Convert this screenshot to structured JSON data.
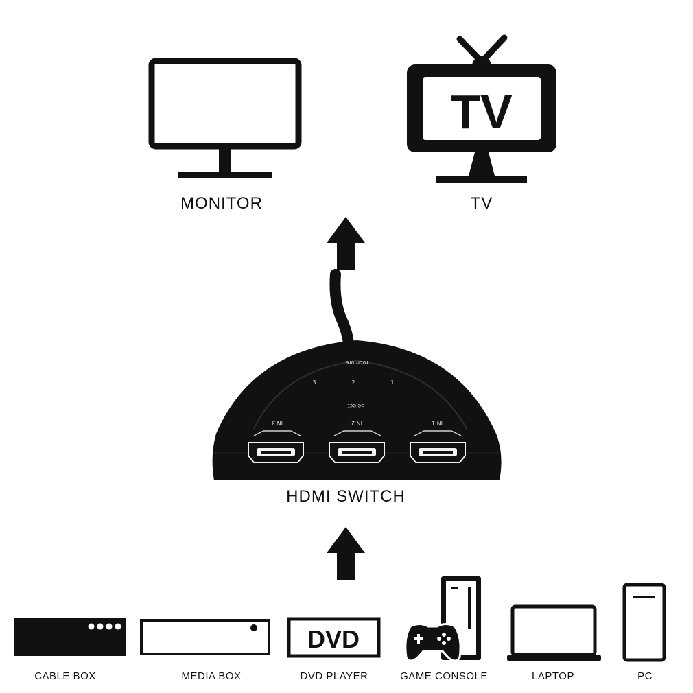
{
  "outputs": {
    "monitor_label": "MONITOR",
    "tv_label": "TV",
    "tv_screen_text": "TV"
  },
  "switch": {
    "label": "HDMI SWITCH",
    "brand": "rocmore",
    "select": "Select",
    "ports": [
      "IN 1",
      "IN 2",
      "IN 3"
    ],
    "numbers": [
      "1",
      "2",
      "3"
    ]
  },
  "sources": {
    "cable_box": "CABLE BOX",
    "media_box": "MEDIA BOX",
    "dvd_screen_text": "DVD",
    "dvd_player": "DVD PLAYER",
    "game_console": "GAME CONSOLE",
    "laptop": "LAPTOP",
    "pc": "PC"
  },
  "icons": [
    "monitor-icon",
    "tv-icon",
    "arrow-up-icon",
    "hdmi-switch-icon",
    "cable-box-icon",
    "media-box-icon",
    "dvd-player-icon",
    "game-console-icon",
    "laptop-icon",
    "pc-icon"
  ],
  "colors": {
    "ink": "#111111",
    "background": "#ffffff"
  }
}
